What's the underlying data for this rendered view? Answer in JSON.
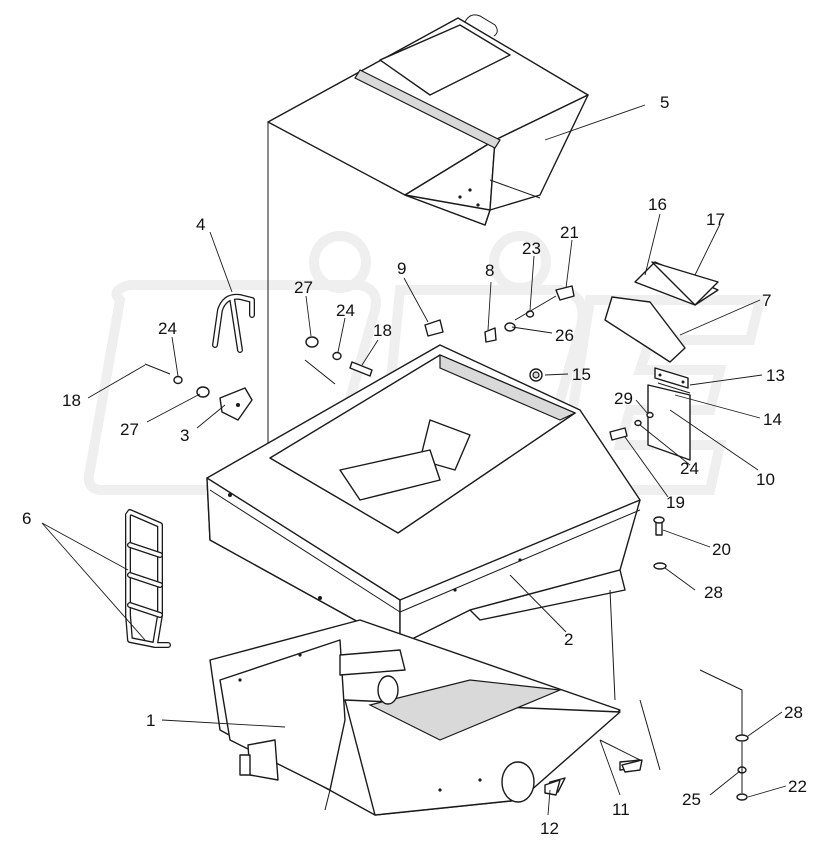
{
  "diagram": {
    "watermark": "OPEX",
    "callouts": [
      {
        "id": "c1",
        "label": "1"
      },
      {
        "id": "c2",
        "label": "2"
      },
      {
        "id": "c3",
        "label": "3"
      },
      {
        "id": "c4",
        "label": "4"
      },
      {
        "id": "c5",
        "label": "5"
      },
      {
        "id": "c6",
        "label": "6"
      },
      {
        "id": "c7",
        "label": "7"
      },
      {
        "id": "c8",
        "label": "8"
      },
      {
        "id": "c9",
        "label": "9"
      },
      {
        "id": "c10",
        "label": "10"
      },
      {
        "id": "c11",
        "label": "11"
      },
      {
        "id": "c12",
        "label": "12"
      },
      {
        "id": "c13",
        "label": "13"
      },
      {
        "id": "c14",
        "label": "14"
      },
      {
        "id": "c15",
        "label": "15"
      },
      {
        "id": "c16",
        "label": "16"
      },
      {
        "id": "c17",
        "label": "17"
      },
      {
        "id": "c18a",
        "label": "18"
      },
      {
        "id": "c18b",
        "label": "18"
      },
      {
        "id": "c19",
        "label": "19"
      },
      {
        "id": "c20",
        "label": "20"
      },
      {
        "id": "c21",
        "label": "21"
      },
      {
        "id": "c22",
        "label": "22"
      },
      {
        "id": "c23",
        "label": "23"
      },
      {
        "id": "c24a",
        "label": "24"
      },
      {
        "id": "c24b",
        "label": "24"
      },
      {
        "id": "c24c",
        "label": "24"
      },
      {
        "id": "c25",
        "label": "25"
      },
      {
        "id": "c26",
        "label": "26"
      },
      {
        "id": "c27a",
        "label": "27"
      },
      {
        "id": "c27b",
        "label": "27"
      },
      {
        "id": "c28a",
        "label": "28"
      },
      {
        "id": "c28b",
        "label": "28"
      },
      {
        "id": "c29",
        "label": "29"
      }
    ]
  }
}
